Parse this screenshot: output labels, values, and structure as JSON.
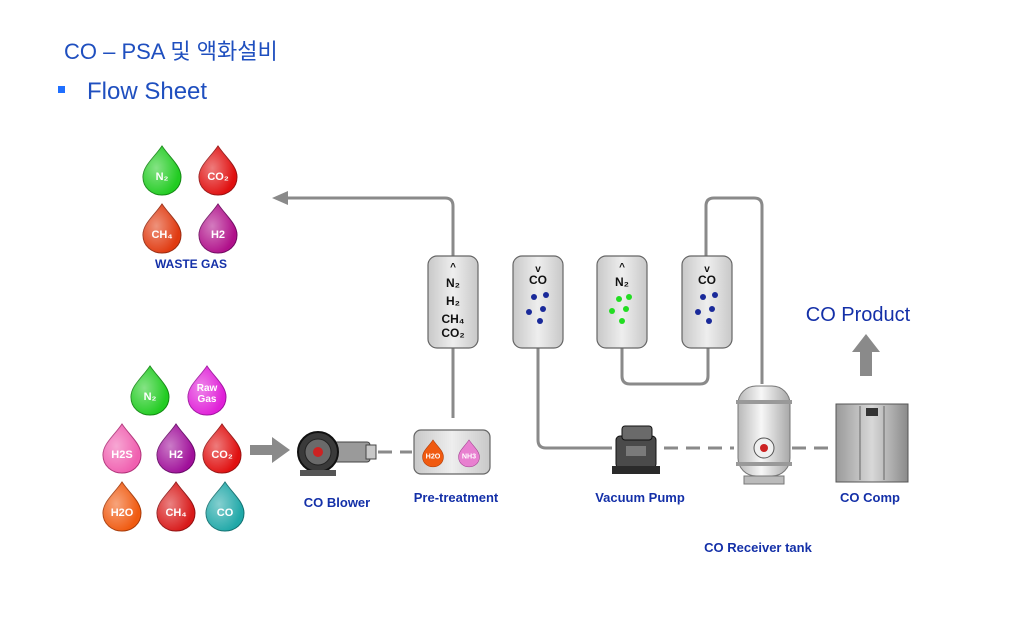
{
  "header": {
    "title": "CO – PSA  및 액화설비",
    "subtitle": "Flow Sheet"
  },
  "colors": {
    "header_blue": "#1f4fbf",
    "label_blue": "#1430a8",
    "line_gray": "#808080"
  },
  "waste_gas": {
    "label": "WASTE GAS",
    "drops": [
      {
        "text": "N₂",
        "color": "#22cc22"
      },
      {
        "text": "CO₂",
        "color": "#e01010"
      },
      {
        "text": "CH₄",
        "color": "#e03a10"
      },
      {
        "text": "H2",
        "color": "#b0108a"
      }
    ]
  },
  "raw_gas": {
    "drops": [
      {
        "text": "N₂",
        "color": "#22cc22"
      },
      {
        "text": "Raw Gas",
        "color": "#e020d8"
      },
      {
        "text": "H2S",
        "color": "#f060b0"
      },
      {
        "text": "H2",
        "color": "#a0109a"
      },
      {
        "text": "CO₂",
        "color": "#e01010"
      },
      {
        "text": "H2O",
        "color": "#f05a10"
      },
      {
        "text": "CH₄",
        "color": "#d81a1a"
      },
      {
        "text": "CO",
        "color": "#20a8a8"
      }
    ]
  },
  "columns": [
    {
      "lines": [
        "N₂",
        "H₂",
        "CH₄",
        "CO₂"
      ]
    },
    {
      "lines": [
        "CO"
      ]
    },
    {
      "lines": [
        "N₂"
      ]
    },
    {
      "lines": [
        "CO"
      ]
    }
  ],
  "equipment": {
    "blower": "CO Blower",
    "pretreatment": "Pre-treatment",
    "pretreat_drops": [
      "H2O",
      "NH3"
    ],
    "vacuum_pump": "Vacuum Pump",
    "receiver": "CO Receiver tank",
    "comp": "CO Comp",
    "product": "CO Product"
  }
}
